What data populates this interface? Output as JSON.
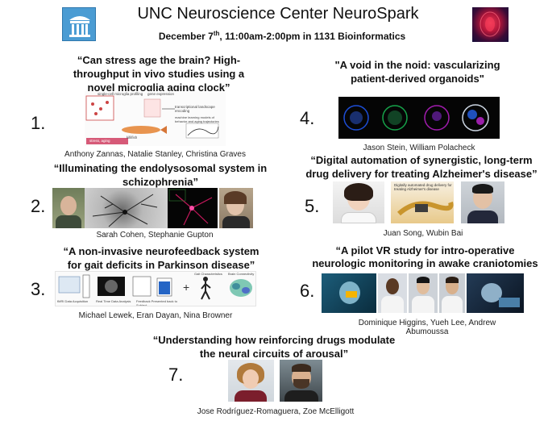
{
  "header": {
    "title": "UNC Neuroscience Center NeuroSpark",
    "date_prefix": "December 7",
    "date_sup": "th",
    "date_suffix": ", 11:00am-2:00pm in 1131 Bioinformatics",
    "logo_left_icon": "unc-old-well-icon",
    "logo_right_icon": "brain-scan-icon"
  },
  "colors": {
    "unc_blue": "#4b9cd3",
    "accent_red": "#c8283e"
  },
  "talks": [
    {
      "number": "1.",
      "title": "“Can stress age the brain? High-throughput in vivo studies using a novel microglia aging clock”",
      "speakers": "Anthony Zannas, Natalie Stanley, Christina Graves",
      "figure_labels": [
        "single-cell microglia profiling",
        "gene expression",
        "transcriptional landscape encoding",
        "killifish",
        "machine learning models of behavior and aging trajectories",
        "stress, aging"
      ]
    },
    {
      "number": "2.",
      "title": "“Illuminating the endolysosomal system in schizophrenia”",
      "speakers": "Sarah Cohen, Stephanie Gupton"
    },
    {
      "number": "3.",
      "title": "“A non-invasive neurofeedback system for gait deficits in Parkinson disease”",
      "speakers": "Michael Lewek, Eran Dayan, Nina Browner",
      "figure_labels": [
        "fMRI Data Acquisition",
        "Real Time Data Analysis",
        "Feedback Presented back to Subject",
        "Gait Characteristics",
        "Brain Connectivity"
      ]
    },
    {
      "number": "4.",
      "title": "\"A void in the noid: vascularizing patient-derived organoids\"",
      "speakers": "Jason Stein, William Polacheck"
    },
    {
      "number": "5.",
      "title": "“Digital automation of synergistic, long-term drug delivery for treating Alzheimer's disease”",
      "speakers": "Juan Song, Wubin Bai",
      "figure_labels": [
        "Digitally automated drug delivery for treating Alzheimer's disease"
      ]
    },
    {
      "number": "6.",
      "title": "“A pilot VR study for intro-operative neurologic monitoring in awake craniotomies",
      "speakers": "Dominique Higgins, Yueh Lee, Andrew Abumoussa"
    },
    {
      "number": "7.",
      "title": "“Understanding how reinforcing drugs modulate the neural circuits of arousal”",
      "speakers": "Jose Rodríguez-Romaguera, Zoe McElligott"
    }
  ]
}
